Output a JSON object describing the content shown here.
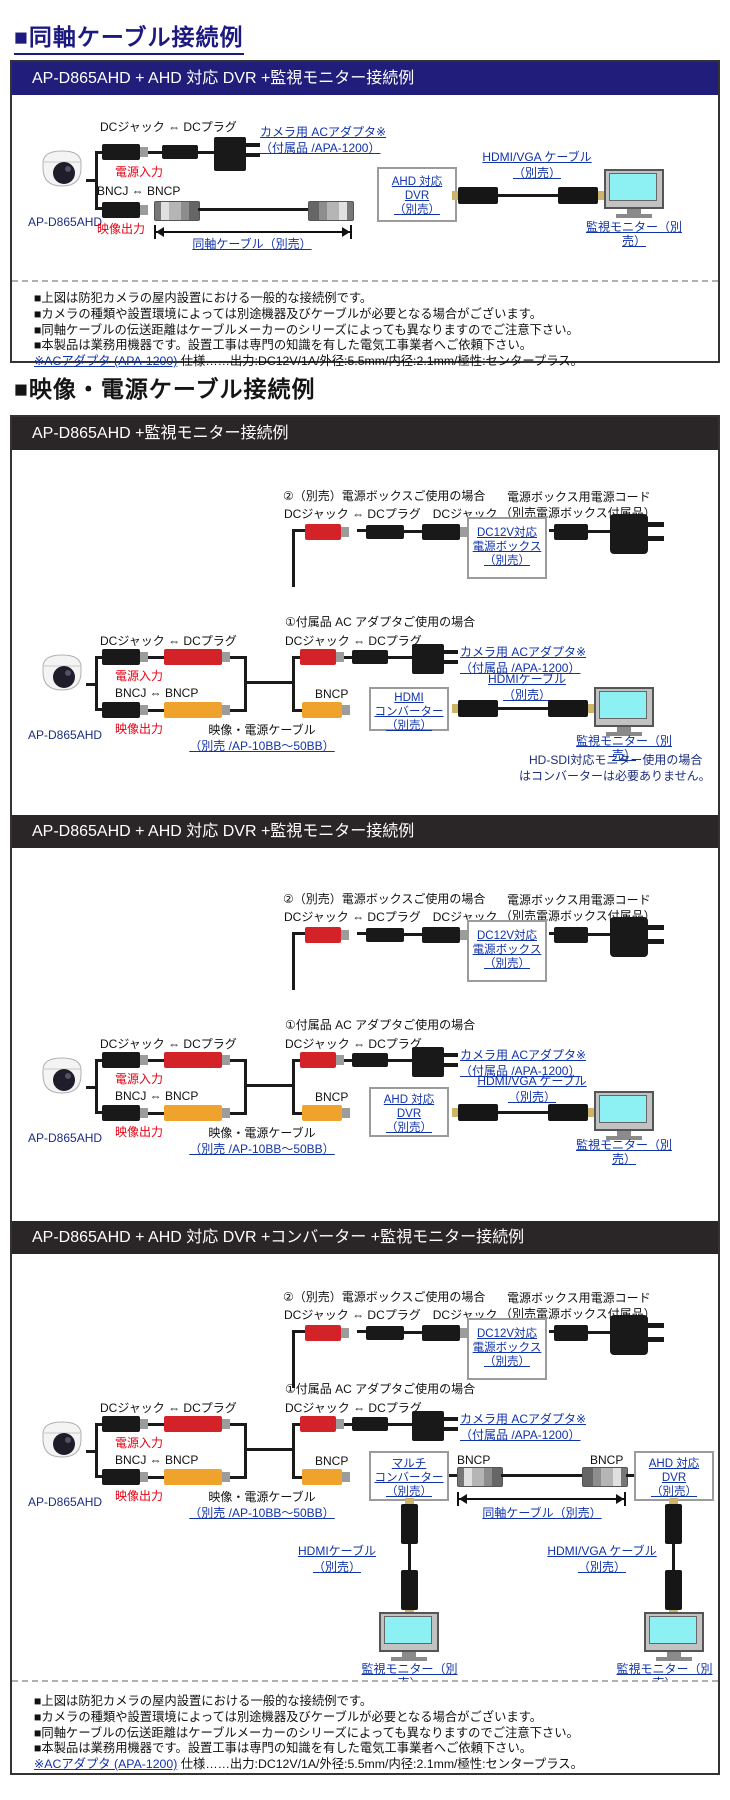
{
  "headings": {
    "coax": "■同軸ケーブル接続例",
    "av": "■映像・電源ケーブル接続例"
  },
  "headers": {
    "h1": "AP-D865AHD + AHD 対応 DVR +監視モニター接続例",
    "h2": "AP-D865AHD +監視モニター接続例",
    "h3": "AP-D865AHD + AHD 対応 DVR +監視モニター接続例",
    "h4": "AP-D865AHD + AHD 対応 DVR +コンバーター +監視モニター接続例"
  },
  "labels": {
    "camera_model": "AP-D865AHD",
    "dc_pair": "DCジャック ⇔ DCプラグ",
    "power_input": "電源入力",
    "bnc_pair": "BNCJ ⇔ BNCP",
    "video_output": "映像出力",
    "bncp": "BNCP",
    "ac_adapter_1": "カメラ用 ACアダプタ※",
    "ac_adapter_2": "（付属品 /APA-1200）",
    "coax_cable": "同軸ケーブル（別売）",
    "dvr_1": "AHD 対応",
    "dvr_2": "DVR",
    "dvr_3": "（別売）",
    "hdmi_vga_cable": "HDMI/VGA ケーブル",
    "hdmi_cable": "HDMIケーブル",
    "sold_separately": "（別売）",
    "monitor": "監視モニター（別売）",
    "case2_title": "②（別売）電源ボックスご使用の場合",
    "case2_pair": "DCジャック ⇔ DCプラグ　DCジャック",
    "case1_title": "①付属品 AC アダプタご使用の場合",
    "cord_1": "電源ボックス用電源コード",
    "cord_2": "（別売電源ボックス付属品）",
    "powerbox_1": "DC12V対応",
    "powerbox_2": "電源ボックス",
    "powerbox_3": "（別売）",
    "av_cable_1": "映像・電源ケーブル",
    "av_cable_2": "（別売 /AP-10BB～50BB）",
    "conv_1": "HDMI",
    "conv_2": "コンバーター",
    "multi_1": "マルチ",
    "multi_2": "コンバーター",
    "hdsdi_1": "HD-SDI対応モニター使用の場合",
    "hdsdi_2": "はコンバーターは必要ありません。"
  },
  "notes": {
    "items": [
      "■上図は防犯カメラの屋内設置における一般的な接続例です。",
      "■カメラの種類や設置環境によっては別途機器及びケーブルが必要となる場合がございます。",
      "■同軸ケーブルの伝送距離はケーブルメーカーのシリーズによっても異なりますのでご注意下さい。",
      "■本製品は業務用機器です。設置工事は専門の知識を有した電気工事業者へご依頼下さい。"
    ],
    "ac_link": "※ACアダプタ (APA-1200)",
    "ac_rest": " 仕様……出力:DC12V/1A/外径:5.5mm/内径:2.1mm/極性:センタープラス。"
  }
}
